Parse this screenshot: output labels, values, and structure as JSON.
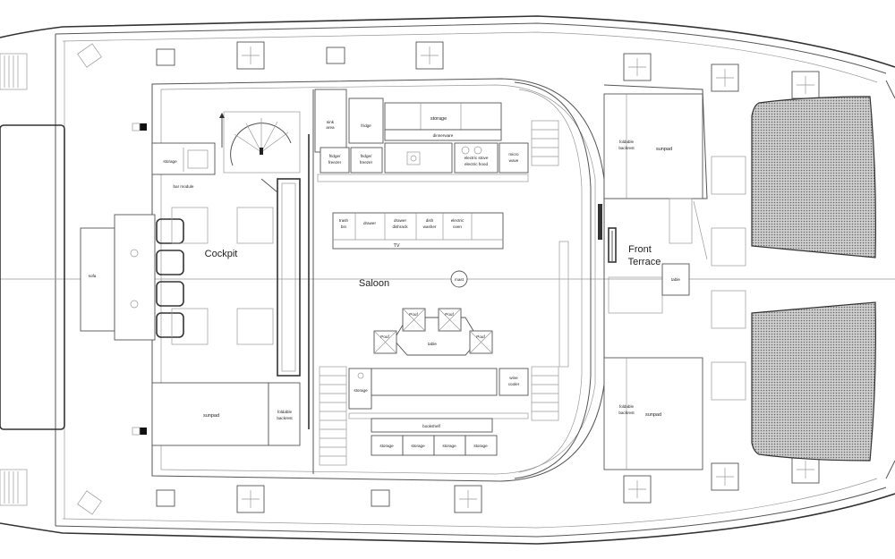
{
  "labels": {
    "cockpit": "Cockpit",
    "saloon": "Saloon",
    "front_terrace_1": "Front",
    "front_terrace_2": "Terrace",
    "sofa": "sofa",
    "bar_module": "bar module",
    "storage_left": "storage",
    "storage_top": "storage",
    "dinnerware": "dinnerware",
    "freezer_1_a": "fridge/",
    "freezer_1_b": "freezer",
    "freezer_2_a": "fridge/",
    "freezer_2_b": "freezer",
    "electric_stove_a": "electric stove",
    "electric_stove_b": "electric hood",
    "micro_wave_a": "micro",
    "micro_wave_b": "wave",
    "sink_top_a": "sink",
    "sink_top_b": "area",
    "fridge_small": "fridge",
    "trash_a": "trash",
    "trash_b": "bin",
    "drawer": "drawer",
    "drawer_dishrack_a": "drawer",
    "drawer_dishrack_b": "dishrack",
    "dish_washer_a": "dish",
    "dish_washer_b": "washer",
    "electric_oven_a": "electric",
    "electric_oven_b": "oven",
    "tv": "TV",
    "mast": "mast",
    "pouf_1": "Pouf",
    "pouf_2": "Pouf",
    "pouf_3": "Pouf",
    "pouf_4": "Pouf",
    "table_saloon": "table",
    "table_terrace": "table",
    "sunpad_left": "sunpad",
    "foldable_backrest_left_a": "foldable",
    "foldable_backrest_left_b": "backrest",
    "foldable_backrest_top_a": "foldable",
    "foldable_backrest_top_b": "backrest",
    "sunpad_top": "sunpad",
    "foldable_backrest_bottom_a": "foldable",
    "foldable_backrest_bottom_b": "backrest",
    "sunpad_bottom": "sunpad",
    "storage_bottom_left": "storage",
    "wine_cooler_a": "wine",
    "wine_cooler_b": "cooler",
    "bookshelf": "bookshelf",
    "storage_b1": "storage",
    "storage_b2": "storage",
    "storage_b3": "storage",
    "storage_b4": "storage"
  }
}
